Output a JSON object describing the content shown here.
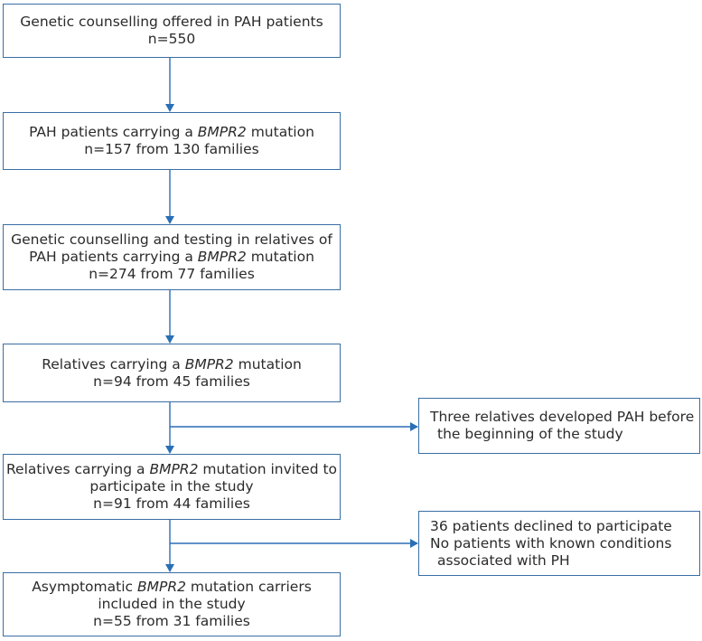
{
  "boxes": [
    {
      "id": "b1",
      "lines": [
        [
          {
            "t": "Genetic counselling offered in PAH patients"
          }
        ],
        [
          {
            "t": "n=550"
          }
        ]
      ]
    },
    {
      "id": "b2",
      "lines": [
        [
          {
            "t": "PAH patients carrying a "
          },
          {
            "t": "BMPR2",
            "i": true
          },
          {
            "t": " mutation"
          }
        ],
        [
          {
            "t": "n=157 from 130 families"
          }
        ]
      ]
    },
    {
      "id": "b3",
      "lines": [
        [
          {
            "t": "Genetic counselling and testing in relatives of"
          }
        ],
        [
          {
            "t": "PAH patients carrying a "
          },
          {
            "t": "BMPR2",
            "i": true
          },
          {
            "t": " mutation"
          }
        ],
        [
          {
            "t": "n=274 from 77 families"
          }
        ]
      ]
    },
    {
      "id": "b4",
      "lines": [
        [
          {
            "t": "Relatives carrying a "
          },
          {
            "t": "BMPR2",
            "i": true
          },
          {
            "t": " mutation"
          }
        ],
        [
          {
            "t": "n=94 from 45 families"
          }
        ]
      ]
    },
    {
      "id": "b5",
      "lines": [
        [
          {
            "t": "Relatives carrying a "
          },
          {
            "t": "BMPR2",
            "i": true
          },
          {
            "t": " mutation invited to"
          }
        ],
        [
          {
            "t": "participate in the study"
          }
        ],
        [
          {
            "t": "n=91 from 44 families"
          }
        ]
      ]
    },
    {
      "id": "b6",
      "lines": [
        [
          {
            "t": "Asymptomatic "
          },
          {
            "t": "BMPR2",
            "i": true
          },
          {
            "t": " mutation carriers"
          }
        ],
        [
          {
            "t": "included in the study"
          }
        ],
        [
          {
            "t": "n=55 from 31 families"
          }
        ]
      ]
    },
    {
      "id": "s1",
      "side": true,
      "lines": [
        [
          {
            "t": "Three relatives developed PAH before"
          }
        ],
        [
          {
            "t": "the beginning of the study",
            "ind": true
          }
        ]
      ]
    },
    {
      "id": "s2",
      "side": true,
      "lines": [
        [
          {
            "t": "36 patients declined to participate"
          }
        ],
        [
          {
            "t": "No patients with known conditions"
          }
        ],
        [
          {
            "t": "associated with PH",
            "ind": true
          }
        ]
      ]
    }
  ],
  "colors": {
    "arrow": "#2a6fb5",
    "border": "#3a6ea5",
    "text": "#2b2b2b"
  }
}
